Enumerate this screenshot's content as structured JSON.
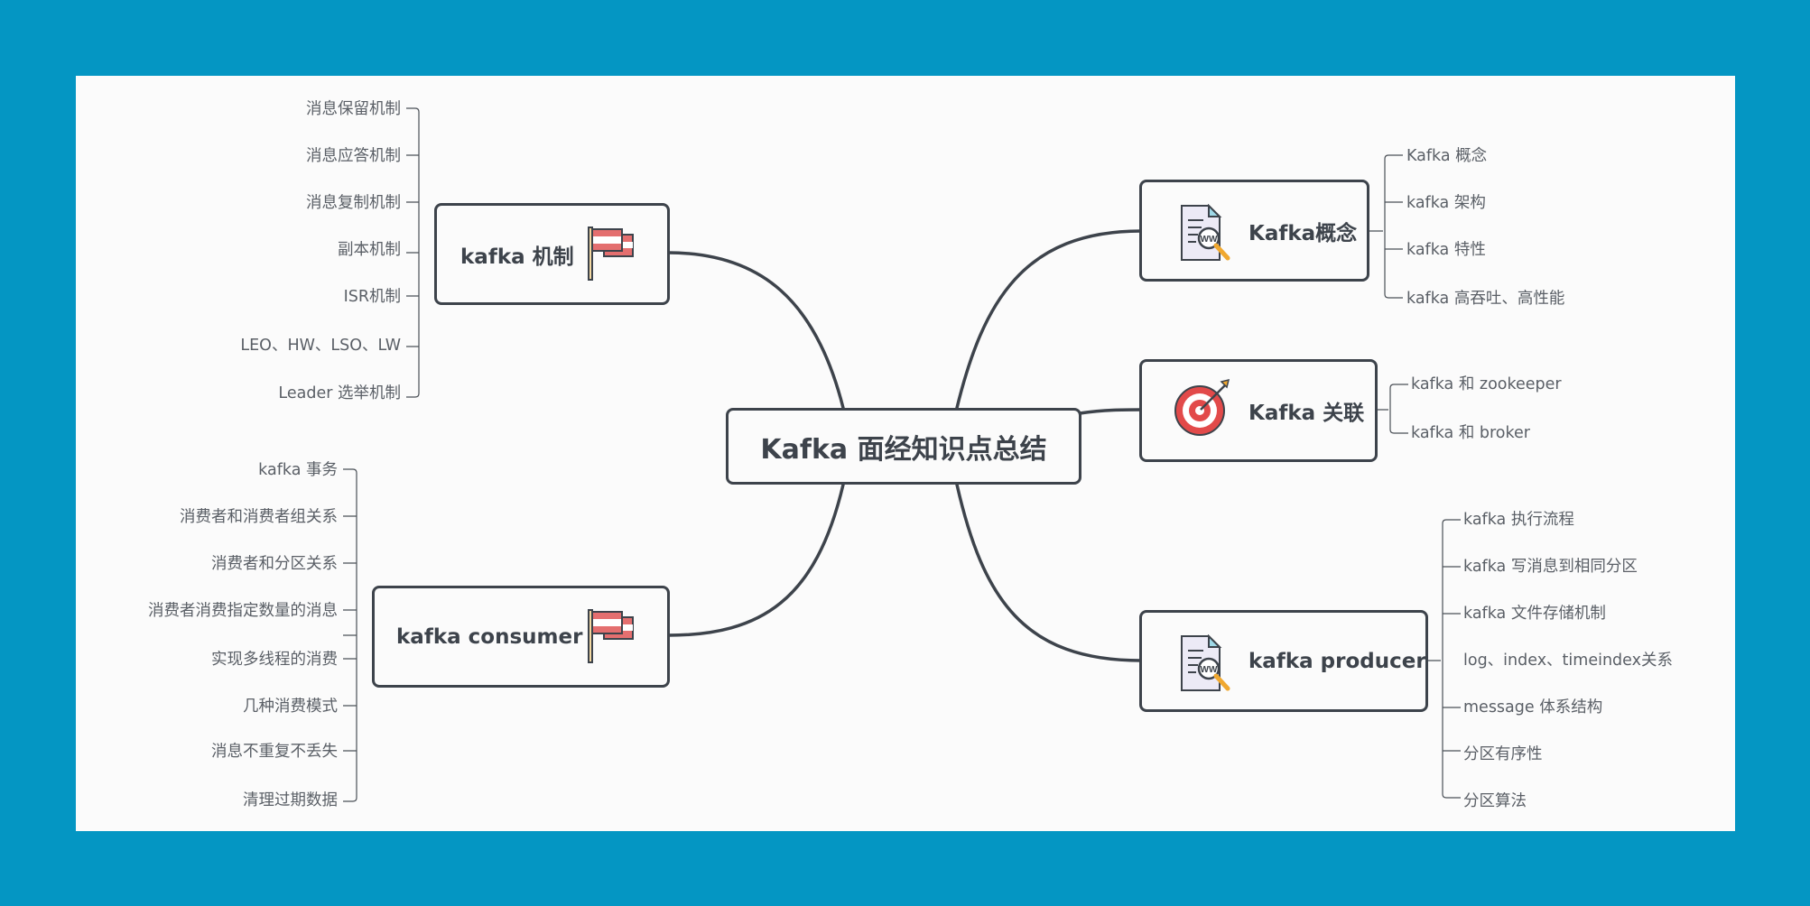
{
  "center": {
    "title": "Kafka 面经知识点总结"
  },
  "branches": {
    "mechanism": {
      "title": "kafka 机制",
      "icon": "flag-icon",
      "items": [
        "消息保留机制",
        "消息应答机制",
        "消息复制机制",
        "副本机制",
        "ISR机制",
        "LEO、HW、LSO、LW",
        "Leader 选举机制"
      ]
    },
    "consumer": {
      "title": "kafka consumer",
      "icon": "flag-icon",
      "items": [
        "kafka 事务",
        "消费者和消费者组关系",
        "消费者和分区关系",
        "消费者消费指定数量的消息",
        "实现多线程的消费",
        "几种消费模式",
        "消息不重复不丢失",
        "清理过期数据"
      ]
    },
    "concept": {
      "title": "Kafka概念",
      "icon": "document-search-icon",
      "items": [
        "Kafka 概念",
        "kafka 架构",
        "kafka 特性",
        "kafka 高吞吐、高性能"
      ]
    },
    "relation": {
      "title": "Kafka 关联",
      "icon": "target-icon",
      "items": [
        "kafka 和 zookeeper",
        "kafka 和 broker"
      ]
    },
    "producer": {
      "title": "kafka producer",
      "icon": "document-search-icon",
      "items": [
        "kafka 执行流程",
        "kafka 写消息到相同分区",
        "kafka 文件存储机制",
        "log、index、timeindex关系",
        "message 体系结构",
        "分区有序性",
        "分区算法"
      ]
    }
  },
  "colors": {
    "background": "#0496c3",
    "canvas": "#fbfbfb",
    "line": "#3d434b",
    "text": "#3d434b",
    "leaf_text": "#5a5f66",
    "flag_red": "#e46f6f",
    "target_red": "#e24a4a"
  }
}
